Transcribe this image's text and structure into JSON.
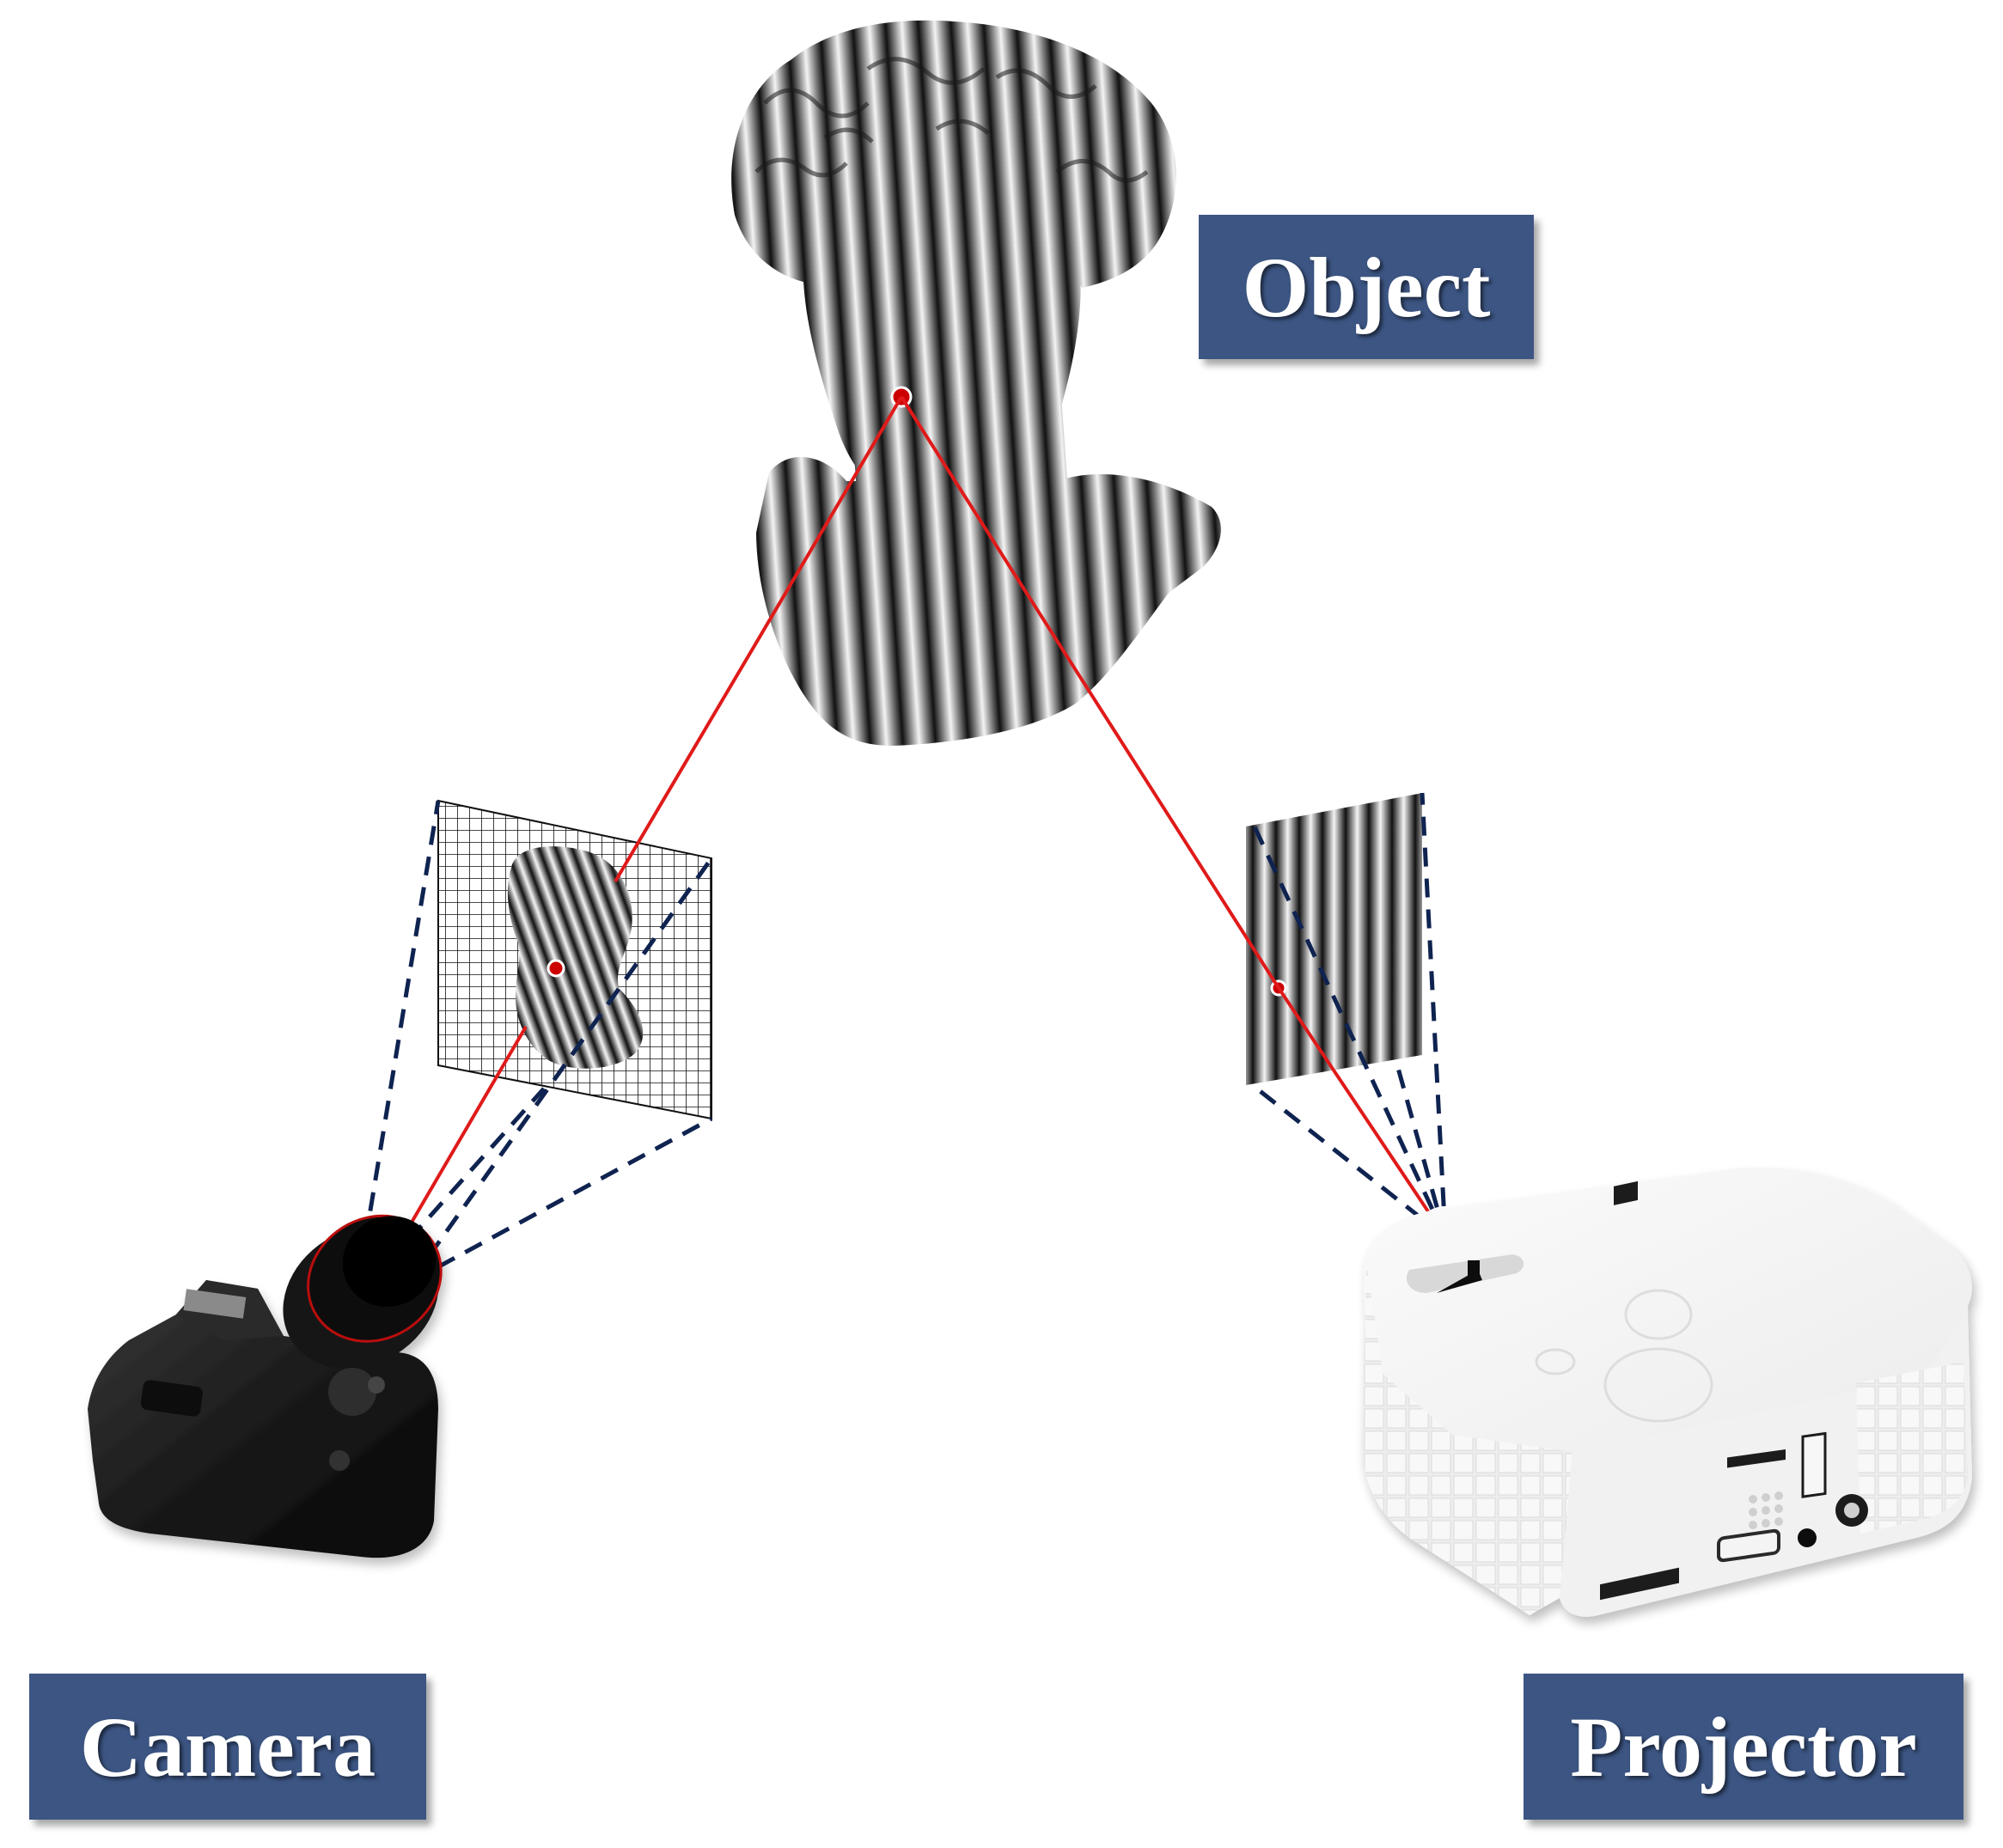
{
  "labels": {
    "object": "Object",
    "camera": "Camera",
    "projector": "Projector"
  },
  "colors": {
    "label_background": "#3c5583",
    "label_text": "#ffffff",
    "ray": "#e01a1a",
    "frustum": "#0f2350",
    "point": "#cc0000"
  },
  "icons": {
    "object": "striped-bust-icon",
    "camera": "dslr-camera-icon",
    "projector": "projector-icon",
    "camera_image": "camera-image-plane-icon",
    "projector_pattern": "fringe-pattern-icon"
  }
}
